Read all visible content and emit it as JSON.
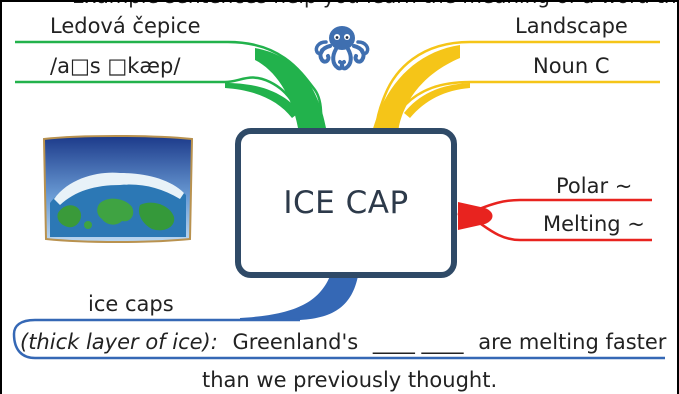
{
  "mindmap": {
    "central_word": "ICE CAP",
    "top_left": {
      "translation": "Ledová čepice",
      "pronunciation": "/a□s □kæp/"
    },
    "top_right": {
      "category": "Landscape",
      "grammar": "Noun C"
    },
    "right": {
      "collocation_1": "Polar ~",
      "collocation_2": "Melting ~"
    },
    "bottom": {
      "word_form": "ice caps",
      "definition": "(thick layer of ice):",
      "example_part1": "Greenland's",
      "blanks": "____ ____",
      "example_part2": "are melting faster",
      "example_line2": "than we previously thought."
    },
    "top_strip_text": "Example sentences help you learn the meaning of a word through the context."
  },
  "icons": {
    "logo": "octopus-icon",
    "picture": "greenland-globe-icon"
  },
  "colors": {
    "frame_border": "#2f4a67",
    "branch_green": "#22b24c",
    "branch_yellow": "#f5c518",
    "branch_red": "#e8231f",
    "branch_blue": "#3568b5",
    "logo_blue": "#3f6fb0"
  }
}
